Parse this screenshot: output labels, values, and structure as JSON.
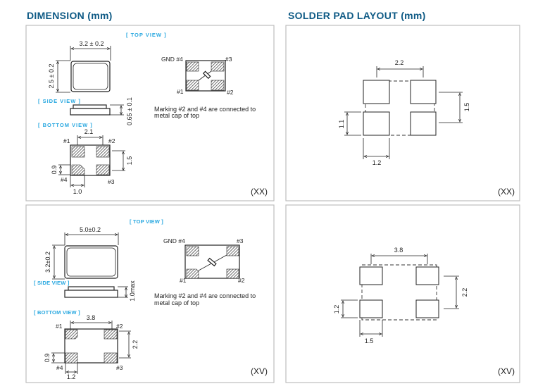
{
  "headers": {
    "dimension": "DIMENSION (mm)",
    "solder_pad": "SOLDER PAD LAYOUT (mm)"
  },
  "panel_xx": {
    "top_view": "[ TOP VIEW ]",
    "side_view": "[ SIDE VIEW ]",
    "bottom_view": "[ BOTTOM  VIEW ]",
    "width": "3.2 ± 0.2",
    "height": "2.5 ± 0.2",
    "thickness": "0.65 ± 0.1",
    "pad_pitch_x": "2.1",
    "pad_pitch_y": "1.5",
    "pad_h": "0.9",
    "pad_w": "1.0",
    "pins": {
      "p1": "#1",
      "p2": "#2",
      "p3": "#3",
      "p4": "#4",
      "gnd": "GND",
      "gnd4": "#4"
    },
    "note_line1": "Marking #2 and #4 are connected to",
    "note_line2": "metal cap of top",
    "code": "(XX)"
  },
  "panel_xv": {
    "top_view": "[ TOP VIEW ]",
    "side_view": "[ SIDE VIEW ]",
    "bottom_view": "[ BOTTOM VIEW ]",
    "width": "5.0±0.2",
    "height": "3.2±0.2",
    "thickness": "1.0max",
    "pad_pitch_x": "3.8",
    "pad_pitch_y": "2.2",
    "pad_h": "0.9",
    "pad_w": "1.2",
    "pins": {
      "p1": "#1",
      "p2": "#2",
      "p3": "#3",
      "p4": "#4",
      "gnd": "GND",
      "gnd4": "#4"
    },
    "note_line1": "Marking #2 and #4 are connected to",
    "note_line2": "metal cap of top",
    "code": "(XV)"
  },
  "pad_xx": {
    "pitch_x": "2.2",
    "pitch_y": "1.5",
    "pad_h": "1.1",
    "pad_w": "1.2",
    "code": "(XX)"
  },
  "pad_xv": {
    "pitch_x": "3.8",
    "pitch_y": "2.2",
    "pad_h": "1.2",
    "pad_w": "1.5",
    "code": "(XV)"
  }
}
